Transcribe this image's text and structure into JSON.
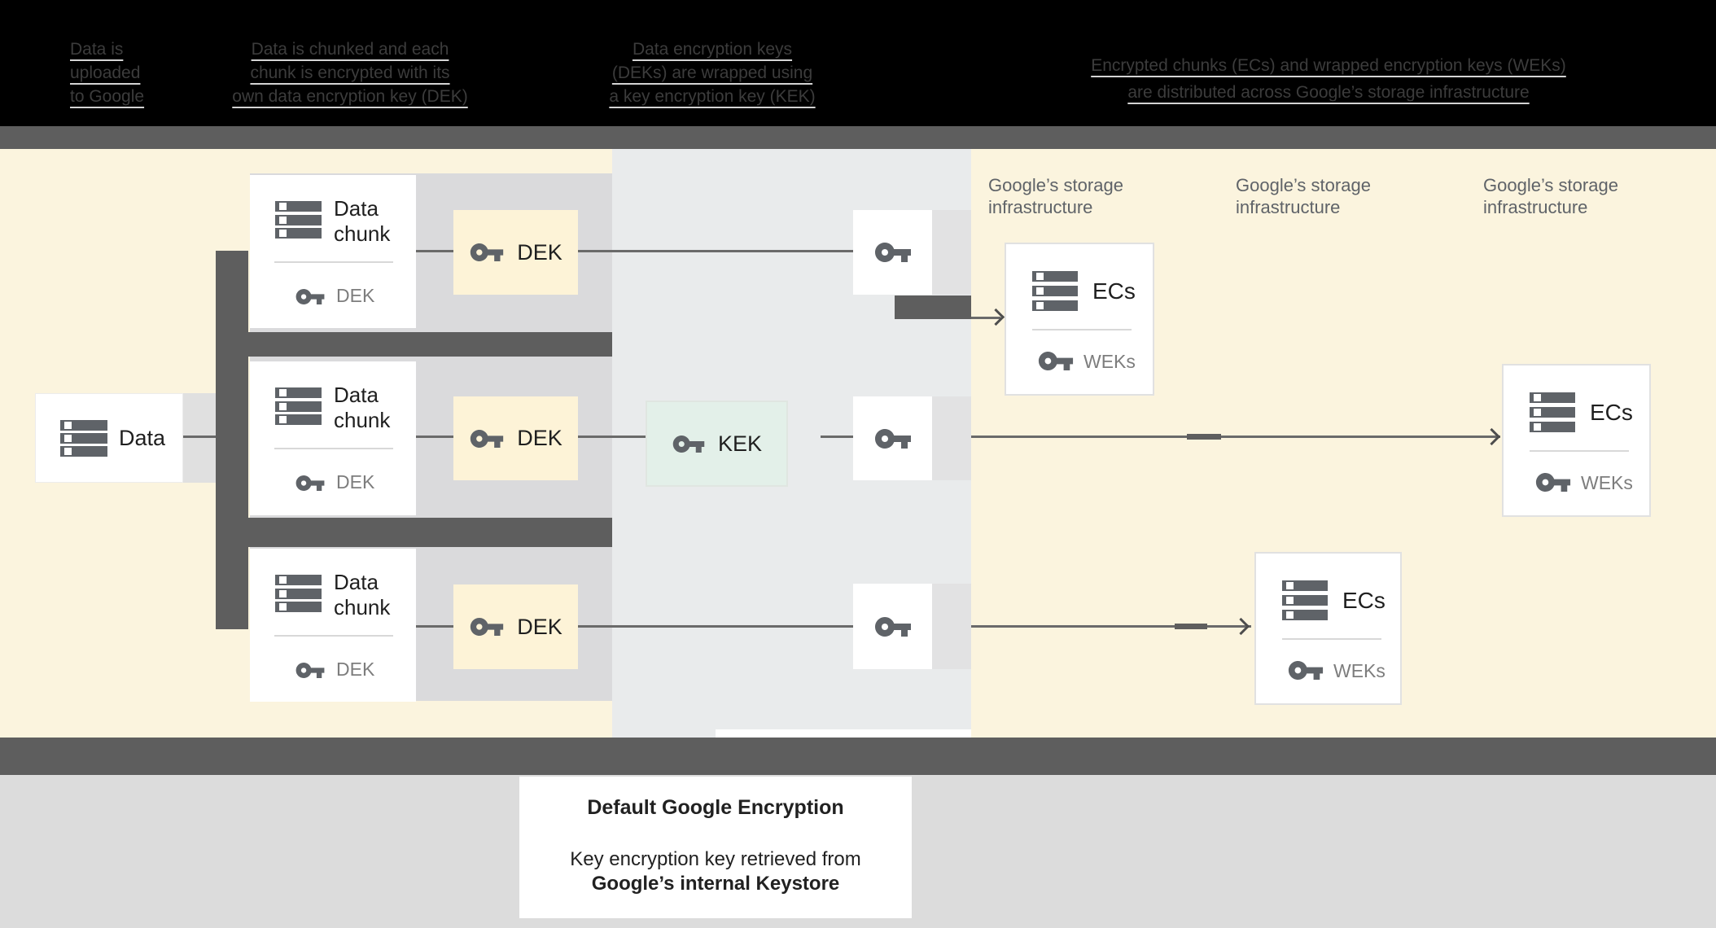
{
  "header": {
    "steps": [
      {
        "lines": [
          "Data is",
          "uploaded",
          "to Google"
        ]
      },
      {
        "lines": [
          "Data is chunked and each",
          "chunk is encrypted with its",
          "own data encryption key (DEK)"
        ]
      },
      {
        "lines": [
          "Data encryption keys",
          "(DEKs) are wrapped using",
          "a key encryption key (KEK)"
        ]
      },
      {
        "lines": [
          "Encrypted chunks (ECs) and wrapped encryption keys (WEKs)",
          "are distributed across Google’s storage infrastructure"
        ]
      }
    ]
  },
  "diagram": {
    "data_box": {
      "label": "Data"
    },
    "chunks": [
      {
        "title": "Data chunk",
        "key_label": "DEK"
      },
      {
        "title": "Data chunk",
        "key_label": "DEK"
      },
      {
        "title": "Data chunk",
        "key_label": "DEK"
      }
    ],
    "dek_boxes": [
      {
        "label": "DEK"
      },
      {
        "label": "DEK"
      },
      {
        "label": "DEK"
      }
    ],
    "kek_box": {
      "label": "KEK"
    },
    "storage_labels": [
      "Google’s storage infrastructure",
      "Google’s storage infrastructure",
      "Google’s storage infrastructure"
    ],
    "ecs_boxes": [
      {
        "title": "ECs",
        "key_label": "WEKs"
      },
      {
        "title": "ECs",
        "key_label": "WEKs"
      },
      {
        "title": "ECs",
        "key_label": "WEKs"
      }
    ]
  },
  "caption": {
    "title": "Default Google Encryption",
    "line1": "Key encryption key retrieved from",
    "line2": "Google’s internal Keystore"
  },
  "colors": {
    "background_cream": "#fbf4de",
    "kek_band_gray_blue": "#e9ebec",
    "row_band_gray": "#dadadc",
    "dark_bar": "#5e5e5e",
    "dek_box_fill": "#fdf3d7",
    "kek_box_fill": "#e3f0e9",
    "icon_gray": "#5f6368",
    "muted_text": "#7d7d7d",
    "bottom_area": "#dcdcdc"
  }
}
